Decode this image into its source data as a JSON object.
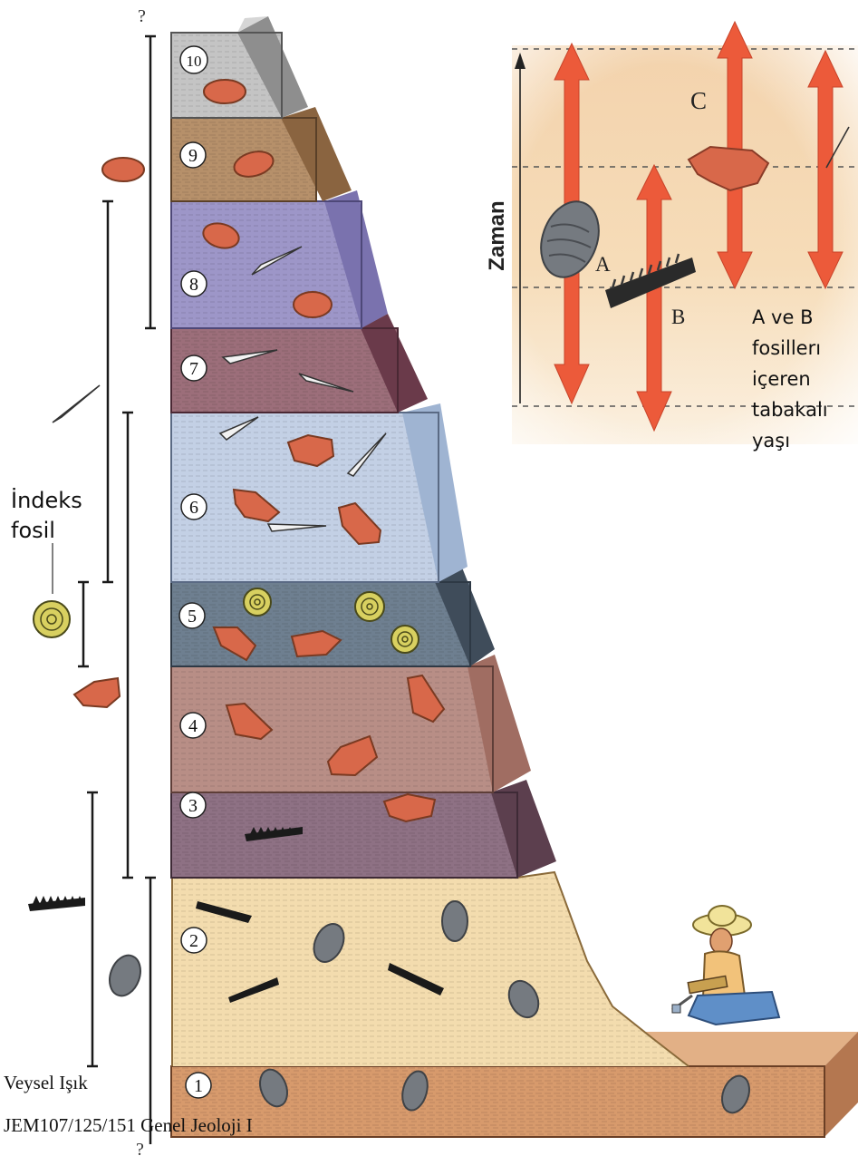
{
  "strata": [
    {
      "number": "1",
      "rock": "sandstone-brown"
    },
    {
      "number": "2",
      "rock": "sandstone-cream"
    },
    {
      "number": "3",
      "rock": "shale-purple"
    },
    {
      "number": "4",
      "rock": "mudstone-mauve"
    },
    {
      "number": "5",
      "rock": "limestone-slate"
    },
    {
      "number": "6",
      "rock": "siltstone-pale-blue"
    },
    {
      "number": "7",
      "rock": "shale-maroon"
    },
    {
      "number": "8",
      "rock": "siltstone-lavender"
    },
    {
      "number": "9",
      "rock": "sandstone-tan"
    },
    {
      "number": "10",
      "rock": "limestone-grey"
    }
  ],
  "range_marks": {
    "top": "?",
    "bottom": "?"
  },
  "index_fossil_label": {
    "line1": "İndeks",
    "line2": "fosil"
  },
  "inset": {
    "time_axis_label": "Zaman",
    "fossil_labels": {
      "a": "A",
      "b": "B",
      "c": "C"
    },
    "caption": {
      "line1": "A ve B",
      "line2": "fosillerı",
      "line3": "içeren",
      "line4": "tabakalı",
      "line5": "yaşı"
    }
  },
  "footer": {
    "author": "Veysel Işık",
    "course": "JEM107/125/151 Genel Jeoloji I"
  },
  "colors": {
    "range_arrow": "#ec5a3a",
    "fossil_orange": "#d8684a",
    "trilobite_grey": "#757a80",
    "ammonite_yellow": "#d8d060",
    "bar_black": "#1a1a1a"
  }
}
